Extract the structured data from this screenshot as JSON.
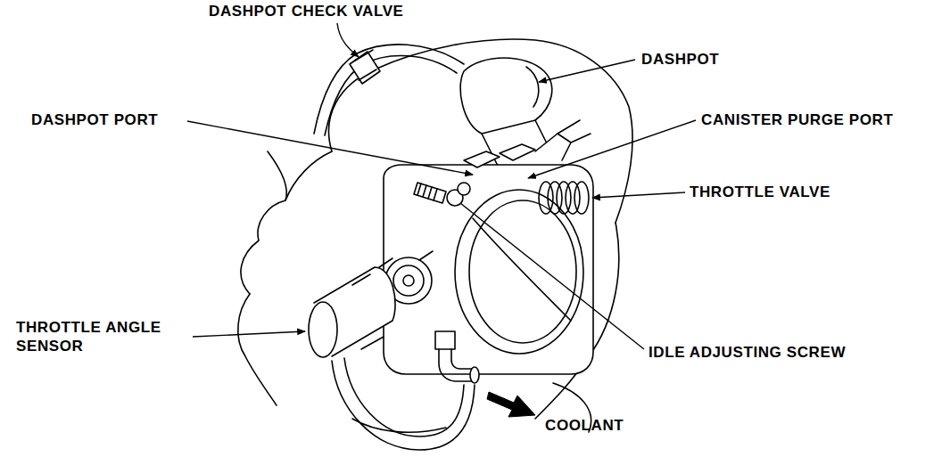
{
  "diagram": {
    "labels": [
      "DASHPOT CHECK VALVE",
      "DASHPOT",
      "DASHPOT PORT",
      "CANISTER PURGE PORT",
      "THROTTLE VALVE",
      "THROTTLE ANGLE SENSOR",
      "IDLE ADJUSTING SCREW",
      "COOLANT"
    ]
  }
}
